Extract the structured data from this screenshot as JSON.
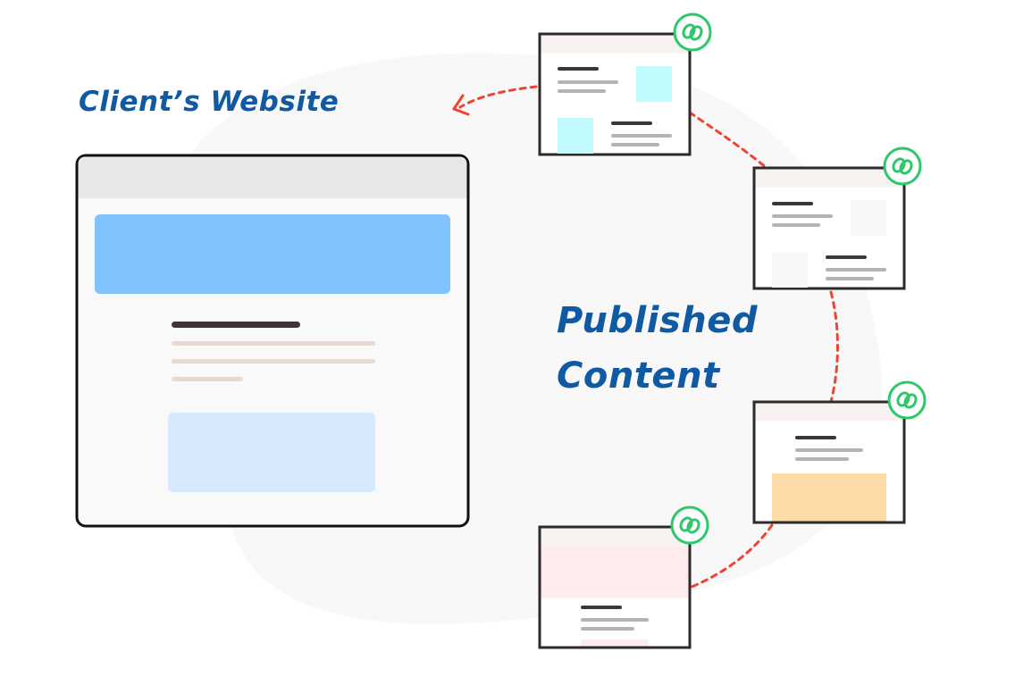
{
  "client_website": {
    "title": "Client’s Website"
  },
  "published_content": {
    "line1": "Published",
    "line2": "Content"
  },
  "colors": {
    "label": "#0f5aa3",
    "arrow": "#ef4433",
    "badge": "#2ec86a",
    "frame": "#2c2a2a",
    "hero": "#80c3fe",
    "card": "#d7e9fd",
    "cyan": "#c2fbfe",
    "peach": "#fedca8",
    "pink": "#feecec"
  },
  "icons": {
    "badge": "link-rings-icon",
    "arrowhead": "chevron-left-arrowhead-icon"
  }
}
